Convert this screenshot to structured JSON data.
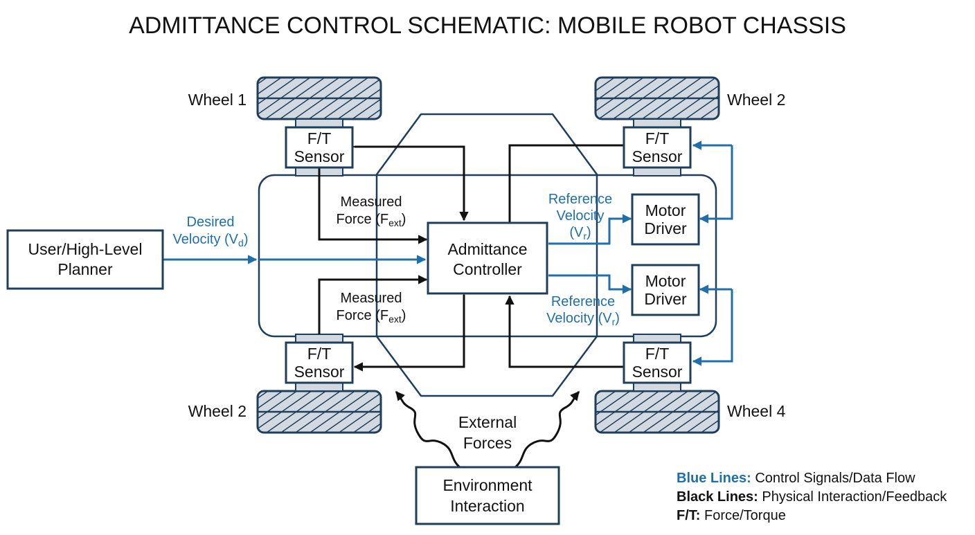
{
  "title": "ADMITTANCE CONTROL SCHEMATIC: MOBILE ROBOT CHASSIS",
  "colors": {
    "blue": "#1f6fab",
    "navy": "#1d3e5c",
    "black": "#111111",
    "wheel_fill": "#d3d9e0"
  },
  "wheels": {
    "w1": "Wheel 1",
    "w2_top": "Wheel 2",
    "w2_bottom": "Wheel 2",
    "w4": "Wheel 4"
  },
  "sensor": {
    "line1": "F/T",
    "line2": "Sensor"
  },
  "controller": {
    "line1": "Admittance",
    "line2": "Controller"
  },
  "motor_driver": {
    "line1": "Motor",
    "line2": "Driver"
  },
  "planner": {
    "line1": "User/High-Level",
    "line2": "Planner"
  },
  "environment": {
    "line1": "Environment",
    "line2": "Interaction"
  },
  "labels": {
    "desired": "Desired",
    "velocity": "Velocity",
    "vd_sym": "V",
    "vd_sub": "d",
    "measured": "Measured",
    "force": "Force",
    "fext_sym": "F",
    "fext_sub": "ext",
    "reference": "Reference",
    "vr_sym": "V",
    "vr_sub": "r",
    "external": "External",
    "forces": "Forces"
  },
  "legend": {
    "blue_key": "Blue Lines:",
    "blue_text": " Control Signals/Data Flow",
    "black_key": "Black Lines:",
    "black_text": " Physical Interaction/Feedback",
    "ft_key": "F/T:",
    "ft_text": " Force/Torque"
  }
}
